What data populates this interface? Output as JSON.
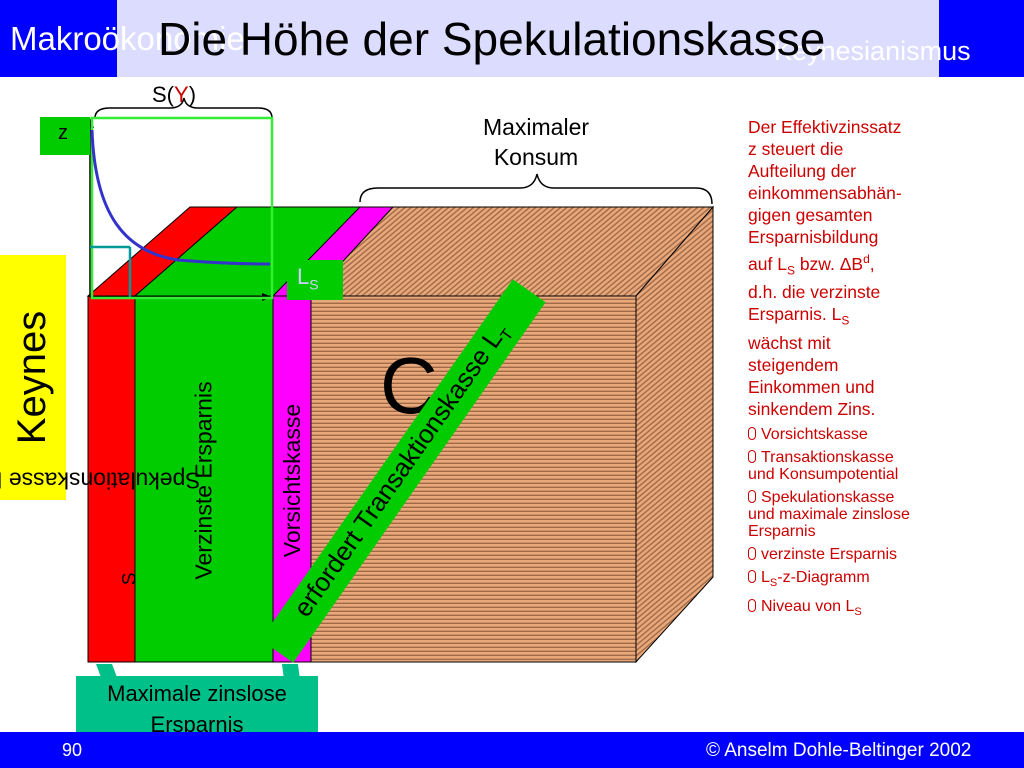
{
  "header": {
    "course": "Makroökonomie",
    "title": "Die Höhe der Spekulationskasse",
    "chapter": "Keynesianismus"
  },
  "sidebar": {
    "label": "Keynes"
  },
  "diagram": {
    "sy": {
      "prefix": "S(",
      "var": "Y",
      "suffix": ")"
    },
    "z_label": "z",
    "ls_label": {
      "main": "L",
      "sub": "S"
    },
    "max_konsum": {
      "line1": "Maximaler",
      "line2": "Konsum"
    },
    "c_label": "C",
    "bars": {
      "spekulation": {
        "text": "Spekulationskasse L",
        "sub": "S"
      },
      "verzinst": "Verzinste Ersparnis",
      "vorsicht": "Vorsichtskasse"
    },
    "diagonal_label": {
      "text": "erfordert Transaktionskasse L",
      "sub": "T"
    },
    "max_zinslos": {
      "line1": "Maximale zinslose",
      "line2": "Ersparnis"
    }
  },
  "side_text": {
    "l1": "Der Effektivzinssatz",
    "l2": "z steuert die",
    "l3": "Aufteilung der",
    "l4": "einkommensabhän-",
    "l5": "gigen gesamten",
    "l6": "Ersparnisbildung",
    "l7_pre": "auf L",
    "l7_sub": "S",
    "l7_mid": " bzw. ΔB",
    "l7_sup": "d",
    "l7_post": ",",
    "l8": "d.h. die verzinste",
    "l9_pre": "Ersparnis. L",
    "l9_sub": "S",
    "l10": "wächst mit",
    "l11": "steigendem",
    "l12": "Einkommen und",
    "l13": "sinkendem Zins."
  },
  "links": {
    "vorsicht": "Vorsichtskasse",
    "trans_1": "Transaktionskasse",
    "trans_2": "und Konsumpotential",
    "spek_1": "Spekulationskasse",
    "spek_2": "und maximale zinslose",
    "spek_3": "Ersparnis",
    "verzinst": "verzinste Ersparnis",
    "diagramm_pre": "L",
    "diagramm_sub": "S",
    "diagramm_post": "-z-Diagramm",
    "niveau_pre": "Niveau von L",
    "niveau_sub": "S"
  },
  "footer": {
    "page": "90",
    "copyright": "© Anselm Dohle-Beltinger 2002"
  },
  "colors": {
    "header_blue": "#0000ff",
    "title_bg": "#dcdcff",
    "red": "#ff0000",
    "green": "#00cc00",
    "magenta": "#ff00ff",
    "tan": "#e8a878",
    "text_red": "#cc0000",
    "teal": "#00c08a"
  }
}
